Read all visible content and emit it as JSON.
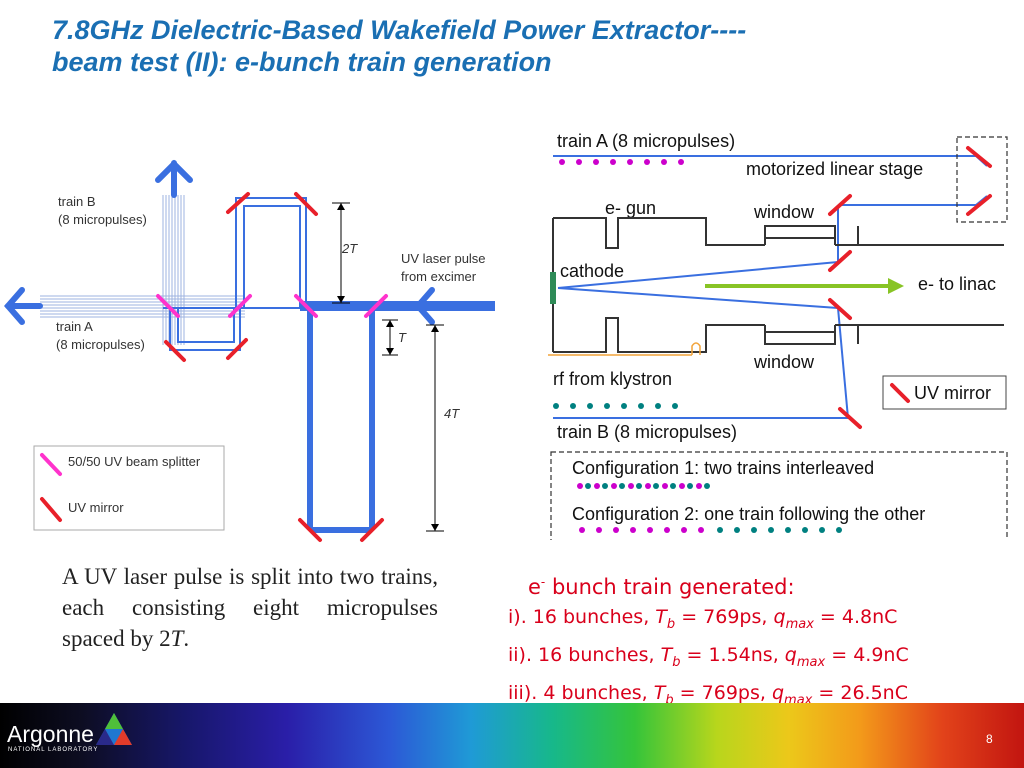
{
  "slide": {
    "title_line1": "7.8GHz Dielectric-Based Wakefield Power Extractor----",
    "title_line2": "beam test (II): e-bunch train generation",
    "page_number": "8"
  },
  "left_diagram": {
    "train_b_line1": "train B",
    "train_b_line2": "(8 micropulses)",
    "train_a_line1": "train A",
    "train_a_line2": "(8 micropulses)",
    "uv_pulse_line1": "UV laser pulse",
    "uv_pulse_line2": "from excimer",
    "delay_2t": "2T",
    "delay_t": "T",
    "delay_4t": "4T",
    "legend_splitter": "50/50 UV beam splitter",
    "legend_mirror": "UV mirror",
    "splitter_color": "#ff33cc",
    "mirror_color": "#e8202a",
    "beam_color": "#3a6fe0"
  },
  "right_diagram": {
    "train_a": "train A (8 micropulses)",
    "stage": "motorized linear stage",
    "gun": "e- gun",
    "window_top": "window",
    "cathode": "cathode",
    "linac": "e- to linac",
    "window_bottom": "window",
    "rf": "rf from klystron",
    "mirror_legend": "UV mirror",
    "train_b": "train B (8 micropulses)",
    "config1": "Configuration 1: two trains interleaved",
    "config2": "Configuration 2: one train following the other",
    "train_a_color": "#cc00cc",
    "train_b_color": "#008080",
    "electron_arrow_color": "#88c425"
  },
  "caption": {
    "text_main": "A UV laser pulse is split into two trains, each consisting eight micropulses spaced by 2",
    "text_var": "T",
    "text_end": "."
  },
  "results": {
    "heading_pre": "e",
    "heading_sup": "-",
    "heading_post": " bunch train generated:",
    "rows": [
      {
        "prefix": "i). 16 bunches, ",
        "tb": "769ps",
        "q": "4.8nC"
      },
      {
        "prefix": "ii). 16 bunches, ",
        "tb": "1.54ns",
        "q": "4.9nC"
      },
      {
        "prefix": "iii). 4 bunches, ",
        "tb": "769ps",
        "q": "26.5nC"
      }
    ],
    "symbol_t": "T",
    "symbol_t_sub": "b",
    "symbol_q": "q",
    "symbol_q_sub": "max"
  },
  "footer": {
    "logo_name": "Argonne",
    "logo_sub": "NATIONAL LABORATORY"
  }
}
